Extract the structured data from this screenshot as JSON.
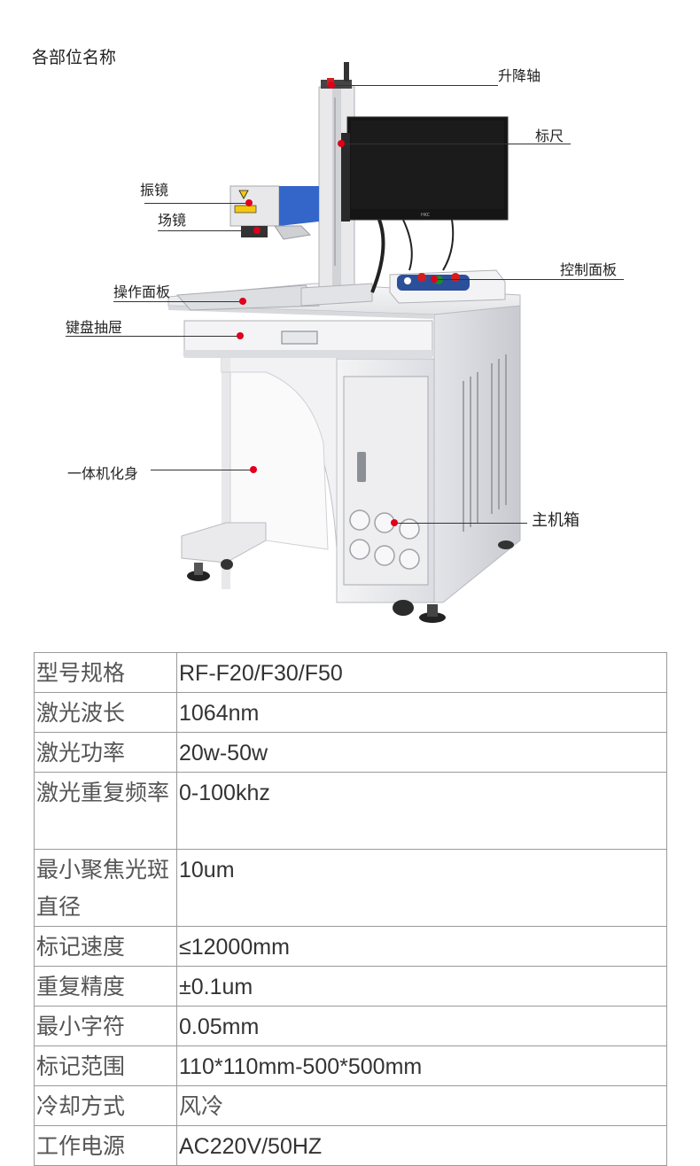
{
  "section_title": "各部位名称",
  "callouts": {
    "lift_shaft": "升降轴",
    "ruler": "标尺",
    "galvo": "振镜",
    "field_lens": "场镜",
    "control_panel": "控制面板",
    "operation_panel": "操作面板",
    "keyboard_drawer": "键盘抽屉",
    "integrated_body": "一体机化身",
    "main_cabinet": "主机箱"
  },
  "specs": [
    {
      "key": "型号规格",
      "value": "RF-F20/F30/F50"
    },
    {
      "key": "激光波长",
      "value": "1064nm"
    },
    {
      "key": "激光功率",
      "value": "20w-50w"
    },
    {
      "key": "激光重复频率",
      "value": "0-100khz"
    },
    {
      "key": "最小聚焦光斑直径",
      "value": "10um"
    },
    {
      "key": "标记速度",
      "value": "≤12000mm"
    },
    {
      "key": "重复精度",
      "value": "±0.1um"
    },
    {
      "key": "最小字符",
      "value": "0.05mm"
    },
    {
      "key": "标记范围",
      "value": "110*110mm-500*500mm"
    },
    {
      "key": "冷却方式",
      "value": "风冷"
    },
    {
      "key": "工作电源",
      "value": "AC220V/50HZ"
    }
  ],
  "monitor_brand": "HKC"
}
